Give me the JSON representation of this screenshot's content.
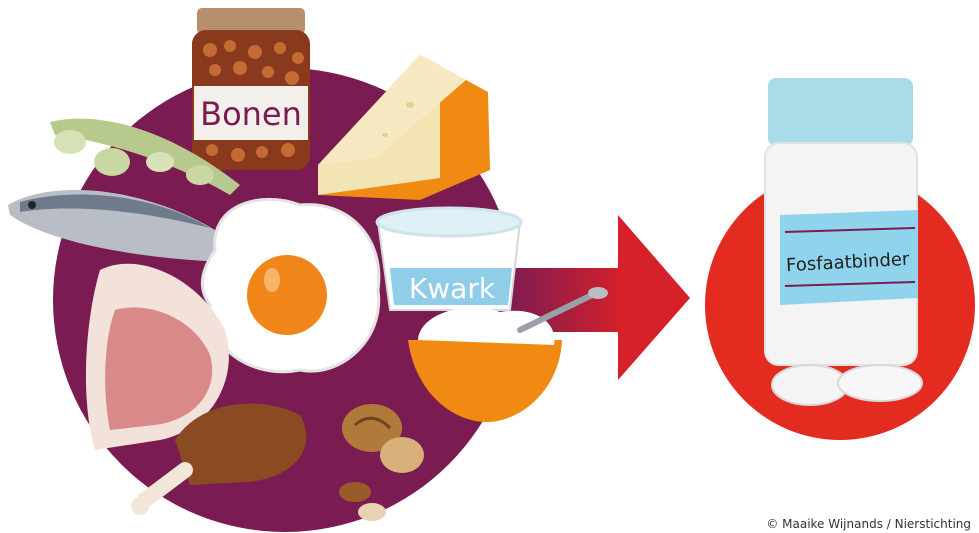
{
  "labels": {
    "beans": "Bonen",
    "quark": "Kwark",
    "pill_bottle": "Fosfaatbinder"
  },
  "credit": "© Maaike Wijnands / Nierstichting",
  "icons": [
    "bean-jar-icon",
    "cheese-icon",
    "broad-beans-icon",
    "fish-icon",
    "fried-egg-icon",
    "quark-tub-icon",
    "yogurt-bowl-icon",
    "pork-chop-icon",
    "chicken-leg-icon",
    "walnut-icon",
    "nuts-icon",
    "arrow-icon",
    "pill-bottle-icon",
    "pills-icon"
  ],
  "colors": {
    "purple_circle": "#7a1c52",
    "red_circle": "#e32b1f",
    "arrow_start": "#7a1c52",
    "arrow_end": "#d6202a",
    "label_text": "#7a1c52",
    "quark_label_bg": "#8fcde8",
    "bottle_label_bg": "#8fd3ec",
    "bottle_cap": "#a9dbe9",
    "cheese_rind": "#f08a12",
    "egg_yolk": "#f0861a"
  }
}
